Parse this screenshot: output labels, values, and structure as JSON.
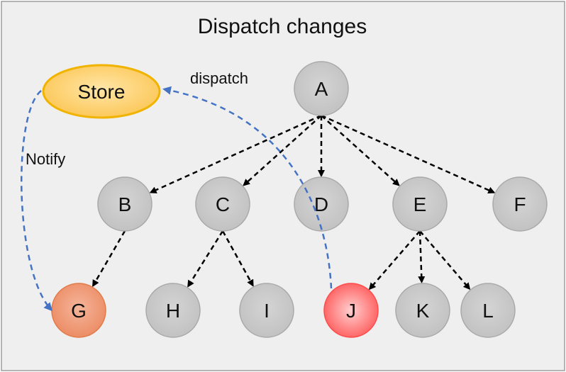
{
  "title": "Dispatch changes",
  "store": {
    "label": "Store"
  },
  "labels": {
    "dispatch": "dispatch",
    "notify": "Notify"
  },
  "nodes": {
    "A": "A",
    "B": "B",
    "C": "C",
    "D": "D",
    "E": "E",
    "F": "F",
    "G": "G",
    "H": "H",
    "I": "I",
    "J": "J",
    "K": "K",
    "L": "L"
  },
  "edges": [
    [
      "A",
      "B"
    ],
    [
      "A",
      "C"
    ],
    [
      "A",
      "D"
    ],
    [
      "A",
      "E"
    ],
    [
      "A",
      "F"
    ],
    [
      "B",
      "G"
    ],
    [
      "C",
      "H"
    ],
    [
      "C",
      "I"
    ],
    [
      "E",
      "J"
    ],
    [
      "E",
      "K"
    ],
    [
      "E",
      "L"
    ]
  ],
  "colors": {
    "background": "#efefef",
    "border": "#9e9e9e",
    "node_fill": "#c8c8c8",
    "node_stroke": "#a9a9a9",
    "store_fill": "#fed27a",
    "store_stroke": "#f0b400",
    "g_fill": "#f0a080",
    "g_stroke": "#e07a48",
    "j_fill": "#ff7f7f",
    "j_stroke": "#ff4a4a",
    "edge": "#000000",
    "flow": "#4472c4"
  }
}
